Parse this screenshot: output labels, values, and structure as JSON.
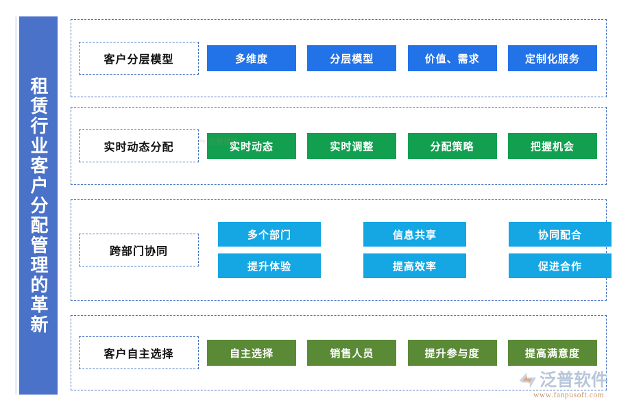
{
  "page": {
    "title": "租赁行业客户分配管理的革新",
    "background": "#ffffff",
    "accent_sidebar": "#4a72c8",
    "dashed_border_color": "#4472c4"
  },
  "sidebar": {
    "label": "租赁行业客户分配管理的革新",
    "color": "#4a72c8",
    "text_color": "#ffffff"
  },
  "sections": [
    {
      "id": "customer-tiering-model",
      "label": "客户分层模型",
      "chip_color": "#2272e8",
      "layout": "single-row",
      "chips": [
        "多维度",
        "分层模型",
        "价值、需求",
        "定制化服务"
      ]
    },
    {
      "id": "realtime-dynamic-allocation",
      "label": "实时动态分配",
      "chip_color": "#12a050",
      "layout": "single-row",
      "chips": [
        "实时动态",
        "实时调整",
        "分配策略",
        "把握机会"
      ]
    },
    {
      "id": "cross-department-collaboration",
      "label": "跨部门协同",
      "chip_color": "#14a7e4",
      "layout": "grid-3x2",
      "chips": [
        "多个部门",
        "信息共享",
        "协同配合",
        "提升体验",
        "提高效率",
        "促进合作"
      ]
    },
    {
      "id": "customer-self-selection",
      "label": "客户自主选择",
      "chip_color": "#5b8a37",
      "layout": "single-row",
      "chips": [
        "自主选择",
        "销售人员",
        "提升参与度",
        "提高满意度"
      ]
    }
  ],
  "watermark": {
    "brand": "泛普软件",
    "url": "www.fanpusoft.com",
    "brand_color": "#b9c6da",
    "url_color": "#c5976f"
  }
}
